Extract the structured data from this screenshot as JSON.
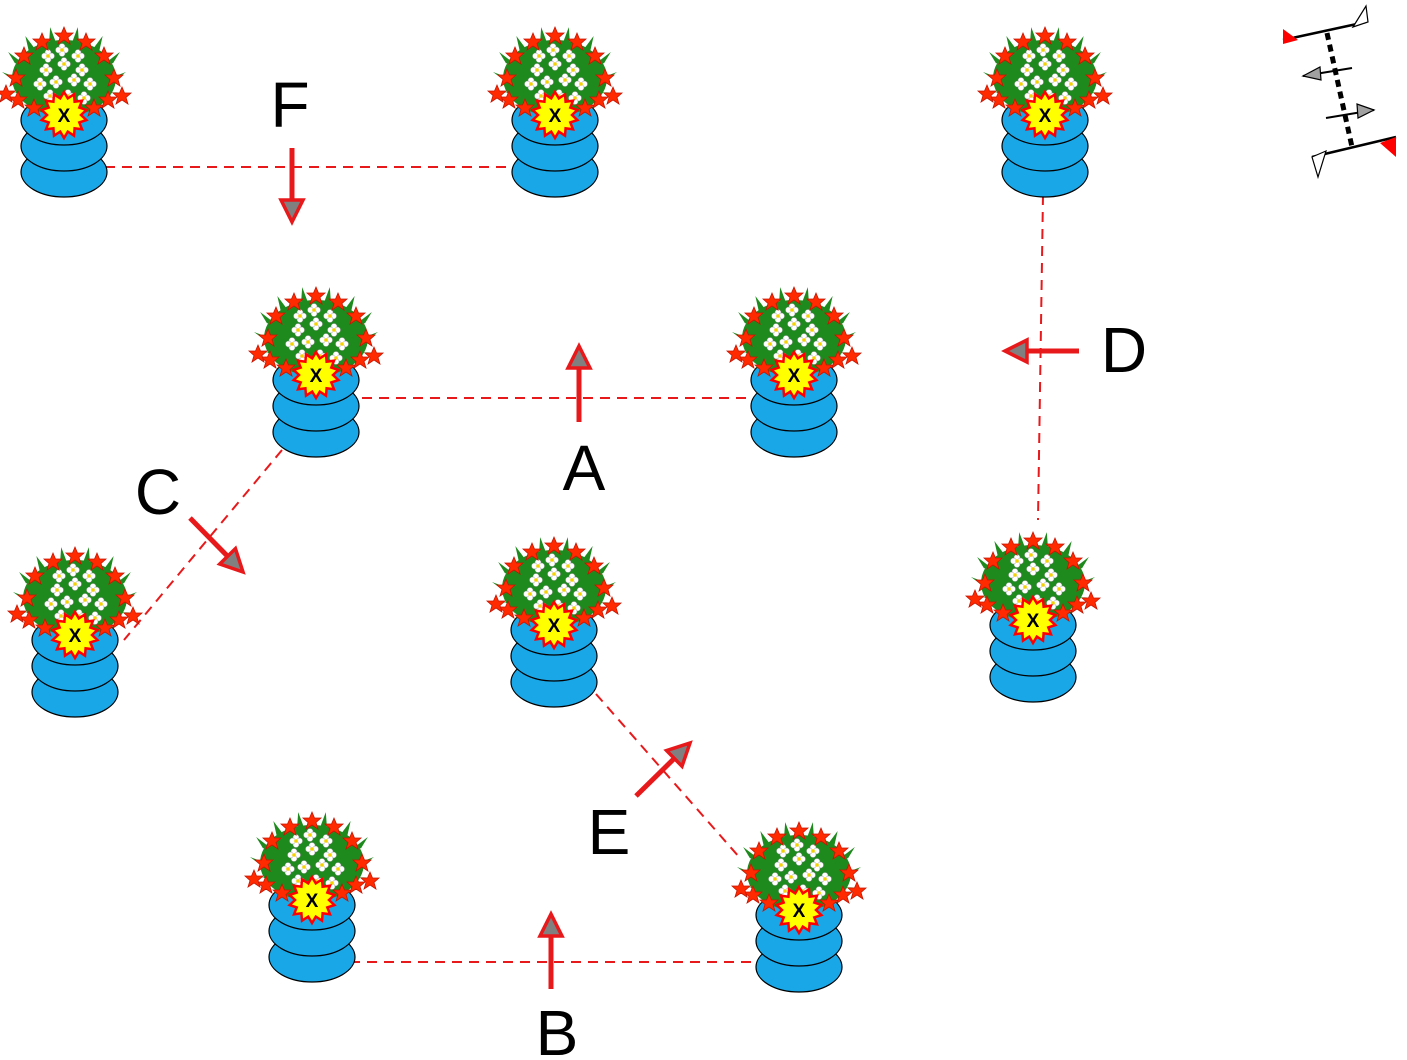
{
  "colors": {
    "barrel": "#1aa7e8",
    "barrel_outline": "#000000",
    "marker_fill": "#ffff00",
    "marker_outline": "#ff0000",
    "foliage": "#1e8a1e",
    "flower_red": "#ff2a00",
    "flower_white": "#ffffff",
    "line": "#e8191b",
    "arrow": "#e8191b",
    "legend_red": "#ff0000"
  },
  "barrel_marker": "X",
  "barrels": [
    {
      "id": "b1"
    },
    {
      "id": "b2"
    },
    {
      "id": "b3"
    },
    {
      "id": "b4"
    },
    {
      "id": "b5"
    },
    {
      "id": "b6"
    },
    {
      "id": "b7"
    },
    {
      "id": "b8"
    },
    {
      "id": "b9"
    },
    {
      "id": "b10"
    },
    {
      "id": "b11"
    }
  ],
  "gates": [
    {
      "label": "F"
    },
    {
      "label": "A"
    },
    {
      "label": "D"
    },
    {
      "label": "C"
    },
    {
      "label": "E"
    },
    {
      "label": "B"
    }
  ],
  "legend_icon": "gate-direction-icon"
}
